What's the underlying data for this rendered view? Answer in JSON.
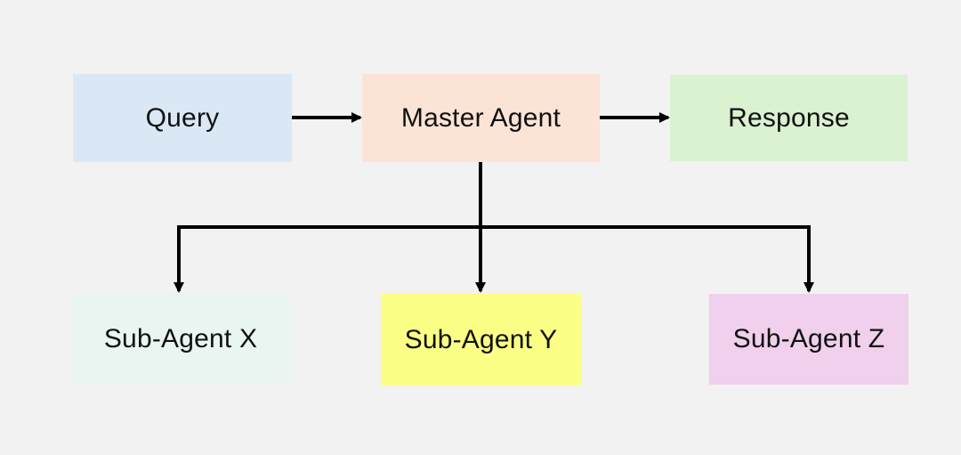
{
  "diagram": {
    "background": "#f2f2f2",
    "nodes": {
      "query": {
        "label": "Query",
        "color": "#dae8f6"
      },
      "master": {
        "label": "Master Agent",
        "color": "#fbe4d6"
      },
      "response": {
        "label": "Response",
        "color": "#daf2d0"
      },
      "sub_x": {
        "label": "Sub-Agent X",
        "color": "#e8f5f1"
      },
      "sub_y": {
        "label": "Sub-Agent Y",
        "color": "#fbff86"
      },
      "sub_z": {
        "label": "Sub-Agent Z",
        "color": "#f0d0ec"
      }
    },
    "edges": [
      {
        "from": "query",
        "to": "master"
      },
      {
        "from": "master",
        "to": "response"
      },
      {
        "from": "master",
        "to": "sub_x"
      },
      {
        "from": "master",
        "to": "sub_y"
      },
      {
        "from": "master",
        "to": "sub_z"
      }
    ],
    "arrow_color": "#000000"
  }
}
